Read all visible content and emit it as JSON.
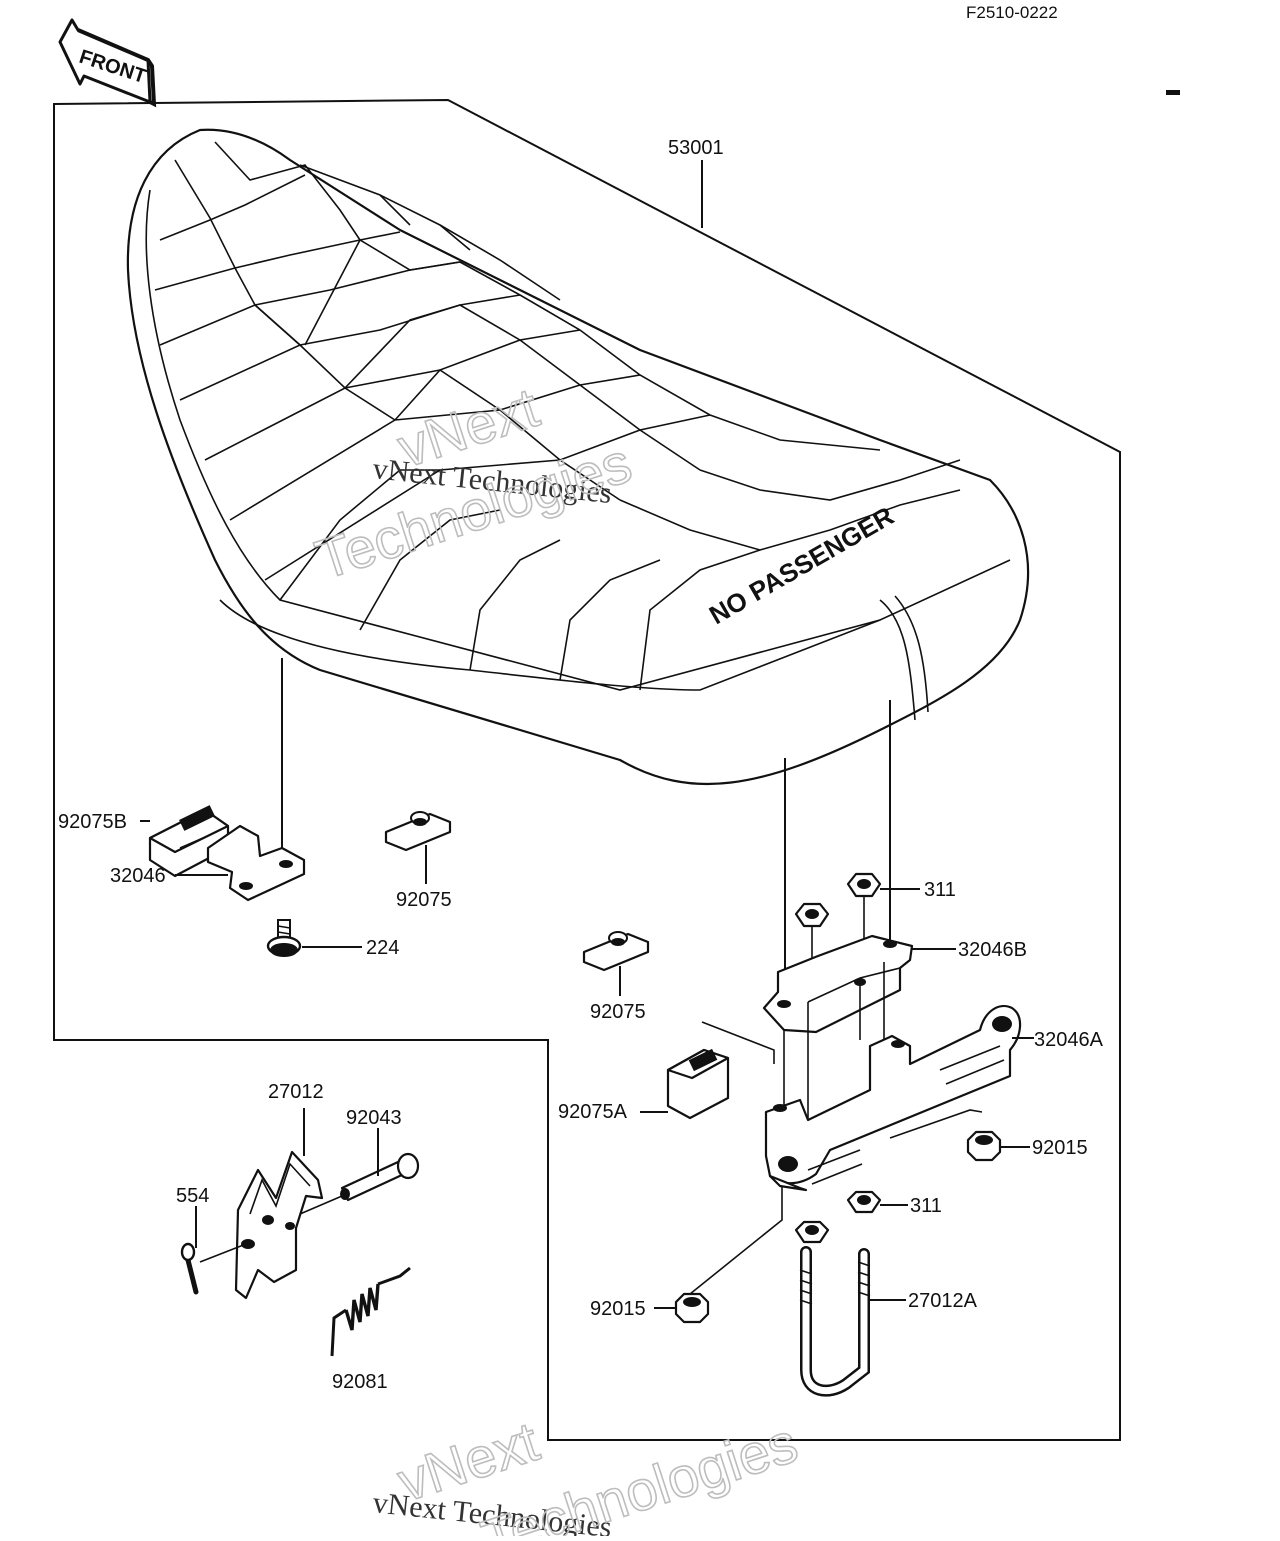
{
  "diagram": {
    "code": "F2510-0222",
    "front_label": "FRONT",
    "seat_text": "NO PASSENGER"
  },
  "parts": [
    {
      "id": "53001"
    },
    {
      "id": "92075B"
    },
    {
      "id": "32046"
    },
    {
      "id": "224"
    },
    {
      "id": "92075"
    },
    {
      "id": "92075"
    },
    {
      "id": "311"
    },
    {
      "id": "32046B"
    },
    {
      "id": "32046A"
    },
    {
      "id": "92075A"
    },
    {
      "id": "92015"
    },
    {
      "id": "311"
    },
    {
      "id": "92015"
    },
    {
      "id": "27012A"
    },
    {
      "id": "27012"
    },
    {
      "id": "92043"
    },
    {
      "id": "554"
    },
    {
      "id": "92081"
    }
  ],
  "watermarks": [
    {
      "line1": "vNext Technologies",
      "line2": "vNext",
      "line3": "Technologies"
    },
    {
      "line1": "vNext Technologies",
      "line2": "vNext",
      "line3": "Technologies"
    }
  ]
}
